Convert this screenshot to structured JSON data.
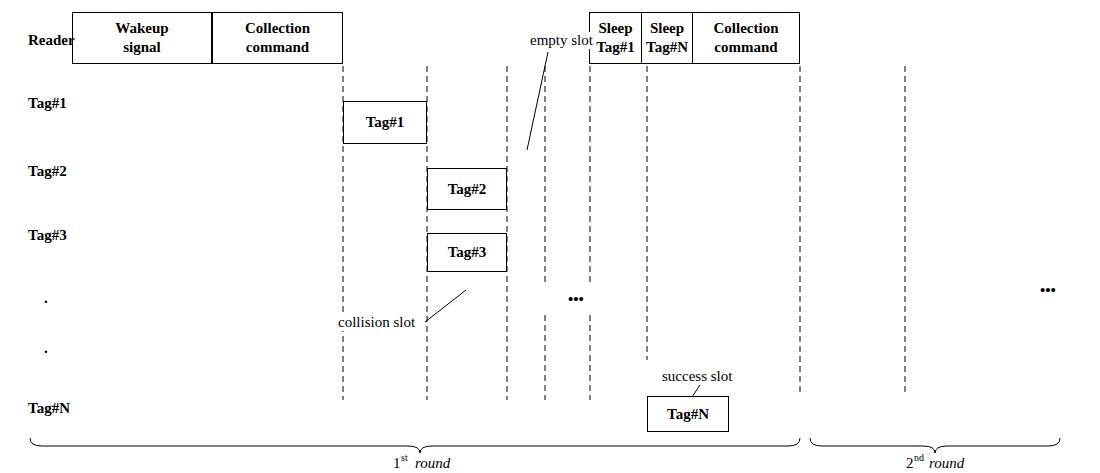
{
  "diagram": {
    "nodes": [
      {
        "text": [
          "Wakeup signal"
        ]
      },
      {
        "text": [
          "Collection command"
        ]
      },
      {
        "text": [
          "Sleep Tag#1"
        ]
      },
      {
        "text": [
          "Sleep Tag#N"
        ]
      },
      {
        "text": [
          "Collection command"
        ]
      },
      {
        "text": [
          "Tag#1"
        ]
      },
      {
        "text": [
          "Tag#2"
        ]
      },
      {
        "text": [
          "Tag#3"
        ]
      },
      {
        "text": [
          "Tag#N"
        ]
      }
    ],
    "labels": [
      "Reader",
      "Tag#1",
      "Tag#2",
      "Tag#3",
      ".",
      ".",
      "Tag#N",
      "empty slot",
      "collision slot",
      "success slot",
      "•••",
      "•••",
      "1",
      "st",
      "round",
      "2",
      "nd",
      "round"
    ]
  }
}
